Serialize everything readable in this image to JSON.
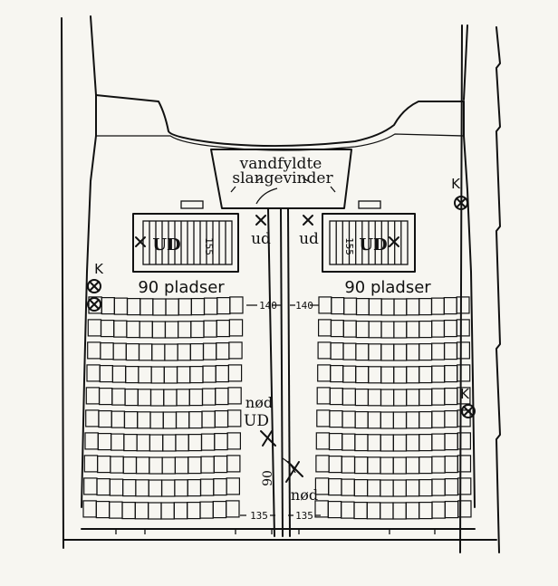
{
  "labels": {
    "hose_reels_line1": "vandfyldte",
    "hose_reels_line2": "slangevinder",
    "exit_left": "ud",
    "exit_right": "ud",
    "stair_exit_left": "UD",
    "stair_exit_right": "UD",
    "stair_dim_left": "155",
    "stair_dim_right": "155",
    "seats_left": "90 pladser",
    "seats_right": "90 pladser",
    "dim_front_left": "140",
    "dim_front_right": "140",
    "emergency_top": "nød",
    "emergency_exit": "UD",
    "emergency_bottom": "nød",
    "aisle_width": "90",
    "dim_back_left": "135",
    "dim_back_right": "135",
    "extinguisher_a": "K",
    "extinguisher_b": "K",
    "extinguisher_c": "K"
  },
  "seating": {
    "left_rows": 10,
    "right_rows": 10,
    "seats_per_row": 12
  }
}
